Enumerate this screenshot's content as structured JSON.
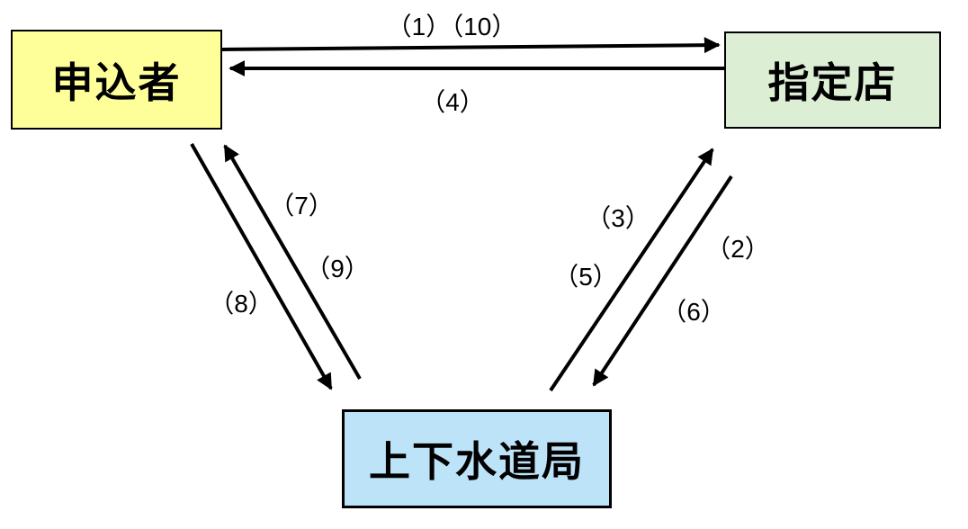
{
  "diagram": {
    "title": "",
    "background_color": "#ffffff",
    "arrow_color": "#000000",
    "nodes": [
      {
        "id": "applicant",
        "label": "申込者",
        "color": "#FFFF99"
      },
      {
        "id": "shop",
        "label": "指定店",
        "color": "#DCEED3"
      },
      {
        "id": "bureau",
        "label": "上下水道局",
        "color": "#BDE3F9"
      }
    ],
    "edges": [
      {
        "from": "申込者",
        "to": "指定店",
        "labels": [
          "（1）（10）"
        ]
      },
      {
        "from": "指定店",
        "to": "申込者",
        "labels": [
          "（4）"
        ]
      },
      {
        "from": "上下水道局",
        "to": "申込者",
        "labels": [
          "（7）",
          "（9）"
        ]
      },
      {
        "from": "申込者",
        "to": "上下水道局",
        "labels": [
          "（8）"
        ]
      },
      {
        "from": "上下水道局",
        "to": "指定店",
        "labels": [
          "（3）",
          "（5）"
        ]
      },
      {
        "from": "指定店",
        "to": "上下水道局",
        "labels": [
          "（2）",
          "（6）"
        ]
      }
    ]
  }
}
